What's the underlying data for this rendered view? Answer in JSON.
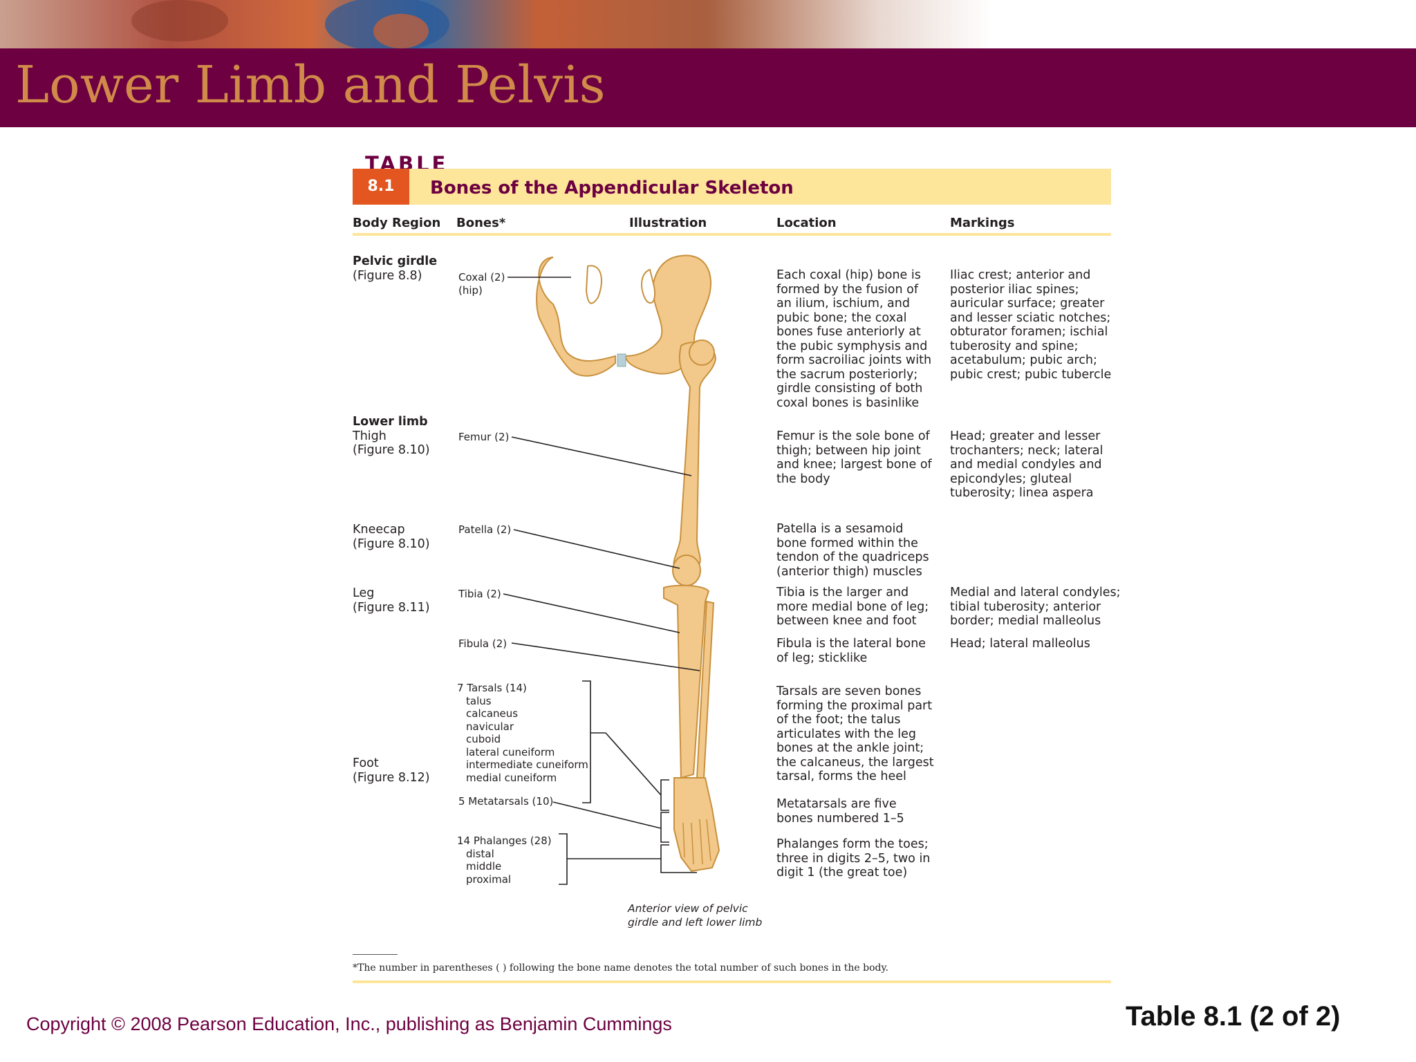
{
  "slide_title": "Lower Limb and Pelvis",
  "table": {
    "label": "TABLE",
    "number": "8.1",
    "title": "Bones of the Appendicular Skeleton",
    "columns": [
      "Body Region",
      "Bones*",
      "Illustration",
      "Location",
      "Markings"
    ]
  },
  "regions": {
    "pelvic_girdle": {
      "name": "Pelvic girdle",
      "figure": "(Figure 8.8)"
    },
    "lower_limb": {
      "name": "Lower limb"
    },
    "thigh": {
      "name": "Thigh",
      "figure": "(Figure 8.10)"
    },
    "kneecap": {
      "name": "Kneecap",
      "figure": "(Figure 8.10)"
    },
    "leg": {
      "name": "Leg",
      "figure": "(Figure 8.11)"
    },
    "foot": {
      "name": "Foot",
      "figure": "(Figure 8.12)"
    }
  },
  "bones": {
    "coxal": {
      "name": "Coxal (2)",
      "sub": "(hip)"
    },
    "femur": "Femur (2)",
    "patella": "Patella (2)",
    "tibia": "Tibia (2)",
    "fibula": "Fibula (2)",
    "tarsals": {
      "name": "7 Tarsals (14)",
      "items": [
        "talus",
        "calcaneus",
        "navicular",
        "cuboid",
        "lateral cuneiform",
        "intermediate cuneiform",
        "medial cuneiform"
      ]
    },
    "metatarsals": "5 Metatarsals (10)",
    "phalanges": {
      "name": "14 Phalanges (28)",
      "items": [
        "distal",
        "middle",
        "proximal"
      ]
    }
  },
  "location": {
    "coxal": [
      "Each coxal (hip) bone is",
      "formed by the fusion of",
      "an ilium, ischium, and",
      "pubic bone; the coxal",
      "bones fuse anteriorly at",
      "the pubic symphysis and",
      "form sacroiliac joints with",
      "the sacrum posteriorly;",
      "girdle consisting of both",
      "coxal bones is basinlike"
    ],
    "femur": [
      "Femur is the sole bone of",
      "thigh; between hip joint",
      "and knee; largest bone of",
      "the body"
    ],
    "patella": [
      "Patella is a sesamoid",
      "bone formed within the",
      "tendon of the quadriceps",
      "(anterior thigh) muscles"
    ],
    "tibia": [
      "Tibia is the larger and",
      "more medial bone of leg;",
      "between knee and foot"
    ],
    "fibula": [
      "Fibula is the lateral bone",
      "of leg; sticklike"
    ],
    "tarsals": [
      "Tarsals are seven bones",
      "forming the proximal part",
      "of the foot; the talus",
      "articulates with the leg",
      "bones at the ankle joint;",
      "the calcaneus, the largest",
      "tarsal, forms the heel"
    ],
    "metatarsals": [
      "Metatarsals are five",
      "bones numbered 1–5"
    ],
    "phalanges": [
      "Phalanges form the toes;",
      "three in digits 2–5, two in",
      "digit 1 (the great toe)"
    ]
  },
  "markings": {
    "coxal": [
      "Iliac crest; anterior and",
      "posterior iliac spines;",
      "auricular surface; greater",
      "and lesser sciatic notches;",
      "obturator foramen; ischial",
      "tuberosity and spine;",
      "acetabulum; pubic arch;",
      "pubic crest; pubic tubercle"
    ],
    "femur": [
      "Head; greater and lesser",
      "trochanters; neck; lateral",
      "and medial condyles and",
      "epicondyles; gluteal",
      "tuberosity; linea aspera"
    ],
    "tibia": [
      "Medial and lateral condyles;",
      "tibial tuberosity; anterior",
      "border; medial malleolus"
    ],
    "fibula": [
      "Head; lateral malleolus"
    ]
  },
  "illustration_caption": [
    "Anterior view of pelvic",
    "girdle and left lower limb"
  ],
  "footnote": "*The number in parentheses ( ) following the bone name denotes the total number of such bones in the body.",
  "copyright": "Copyright © 2008 Pearson Education, Inc., publishing as Benjamin Cummings",
  "slide_id": "Table 8.1 (2 of 2)",
  "colors": {
    "title_bar": "#6c0040",
    "title_text": "#d08a4a",
    "table_accent": "#e3561f",
    "table_strip": "#fde59a",
    "bone": "#f2c98a"
  }
}
